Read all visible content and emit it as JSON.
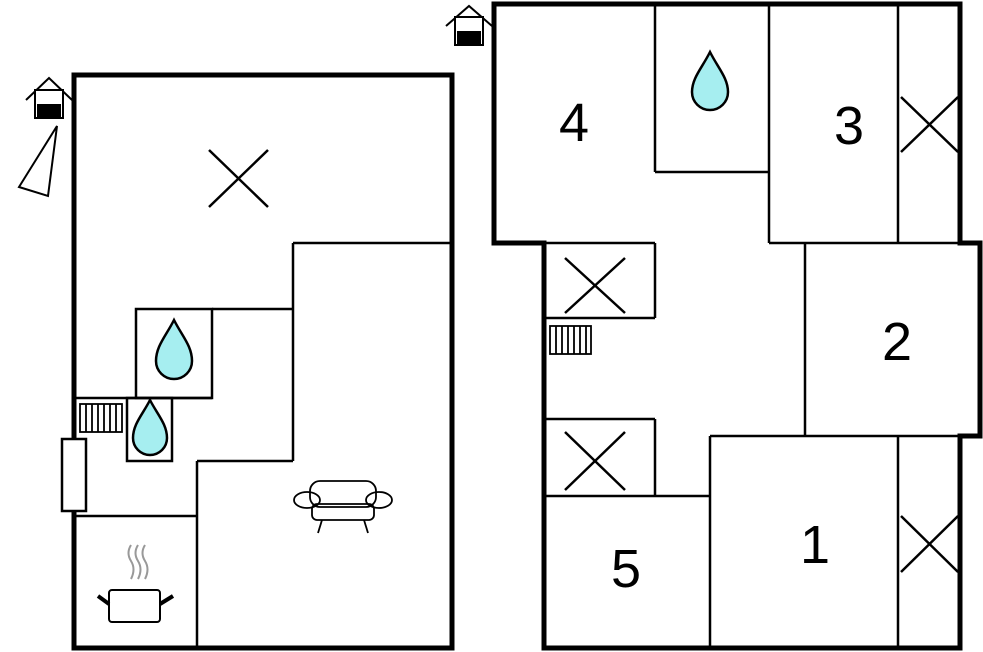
{
  "colors": {
    "wall": "#000000",
    "water": "#a6eef0",
    "background": "#ffffff"
  },
  "icons": [
    "house-entrance-icon",
    "compass-north-icon",
    "water-drop-icon",
    "radiator-icon",
    "sofa-icon",
    "cooking-pot-icon",
    "cross-void-icon"
  ],
  "rooms": {
    "bedroom_1": "1",
    "bedroom_2": "2",
    "bedroom_3": "3",
    "bedroom_4": "4",
    "bedroom_5": "5"
  }
}
